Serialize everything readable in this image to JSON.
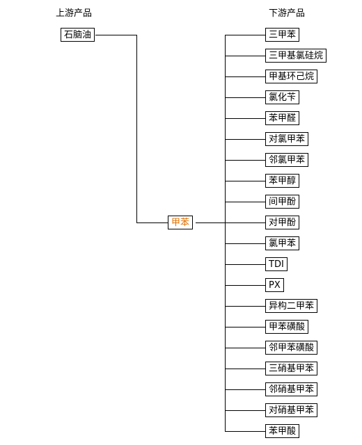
{
  "headings": {
    "upstream": "上游产品",
    "downstream": "下游产品"
  },
  "upstream_items": [
    "石脑油"
  ],
  "center_item": "甲苯",
  "downstream_items": [
    "三甲苯",
    "三甲基氯硅烷",
    "甲基环己烷",
    "氯化苄",
    "苯甲醛",
    "对氯甲苯",
    "邻氯甲苯",
    "苯甲醇",
    "间甲酚",
    "对甲酚",
    "氯甲苯",
    "TDI",
    "PX",
    "异构二甲苯",
    "甲苯磺酸",
    "邻甲苯磺酸",
    "三硝基甲苯",
    "邻硝基甲苯",
    "对硝基甲苯",
    "苯甲酸"
  ],
  "colors": {
    "center_text": "#e07000",
    "lines": "#000000"
  }
}
